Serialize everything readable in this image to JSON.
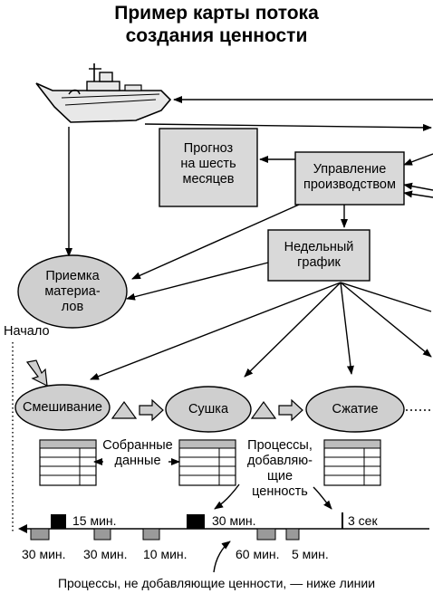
{
  "title": {
    "line1": "Пример карты потока",
    "line2": "создания ценности"
  },
  "boxes": {
    "forecast": "Прогноз\nна шесть\nмесяцев",
    "production_control": "Управление\nпроизводством",
    "weekly_schedule": "Недельный\nграфик"
  },
  "receiving": "Приемка\nматериа-\nлов",
  "start_label": "Начало",
  "processes": {
    "mixing": "Смешивание",
    "drying": "Сушка",
    "pressing": "Сжатие"
  },
  "notes": {
    "collected_data": "Собранные\nданные",
    "value_adding": "Процессы,\nдобавляю-\nщие\nценность",
    "non_value_adding": "Процессы, не добавляющие ценности, — ниже линии"
  },
  "timeline": {
    "upper": [
      "15 мин.",
      "30 мин.",
      "3 сек"
    ],
    "lower": [
      "30 мин.",
      "30 мин.",
      "10 мин.",
      "60 мин.",
      "5 мин."
    ]
  },
  "colors": {
    "box_fill": "#d9d9d9",
    "ellipse_fill": "#cfcfcf",
    "stroke": "#000000"
  }
}
